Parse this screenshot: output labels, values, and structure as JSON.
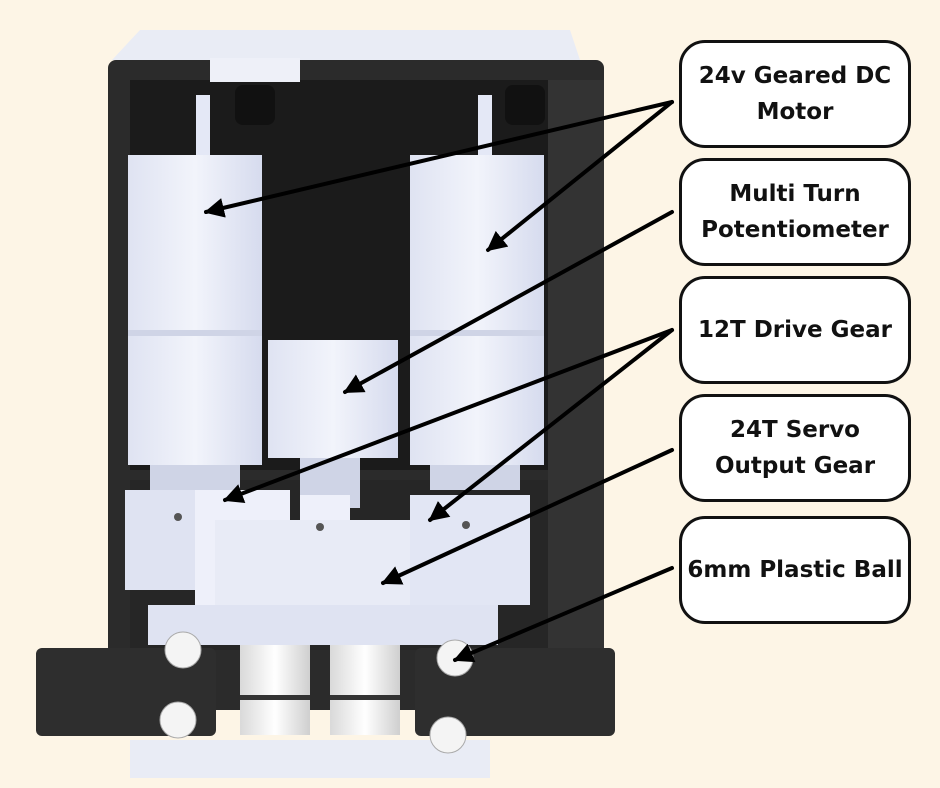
{
  "labels": [
    {
      "id": "motor",
      "lines": [
        "24v Geared DC",
        "Motor"
      ]
    },
    {
      "id": "potentiometer",
      "lines": [
        "Multi Turn",
        "Potentiometer"
      ]
    },
    {
      "id": "drive-gear",
      "lines": [
        "12T Drive Gear"
      ]
    },
    {
      "id": "servo-gear",
      "lines": [
        "24T Servo",
        "Output Gear"
      ]
    },
    {
      "id": "ball",
      "lines": [
        "6mm Plastic Ball"
      ]
    }
  ],
  "colors": {
    "background": "#fdf5e6",
    "housing": "#2b2b2b",
    "parts": "#e4e8f6",
    "callout_border": "#111111"
  }
}
